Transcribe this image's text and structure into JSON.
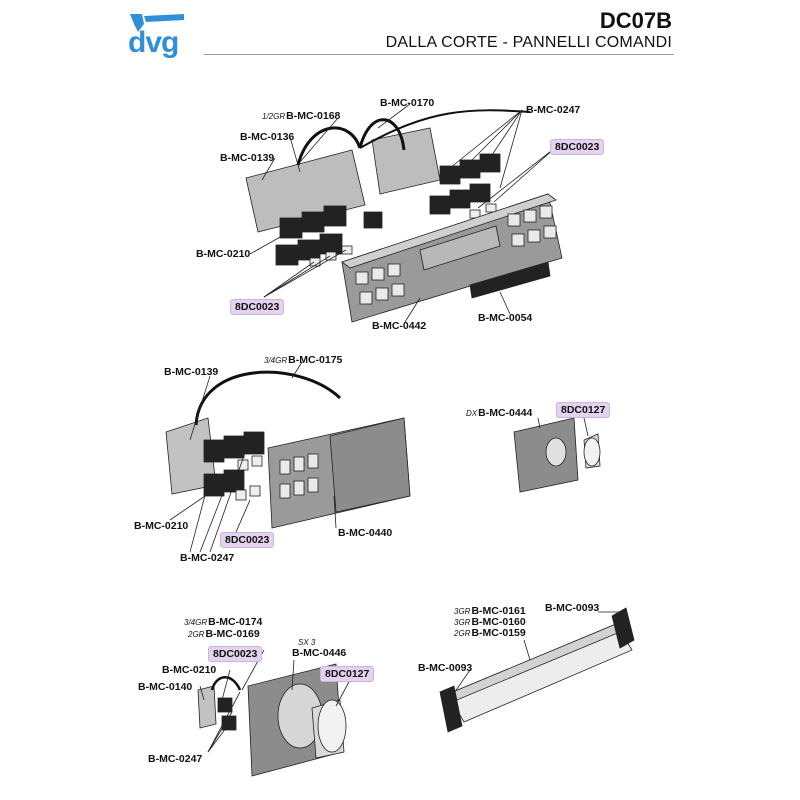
{
  "header": {
    "logo_text": "dvg",
    "code": "DC07B",
    "subtitle": "DALLA CORTE - PANNELLI COMANDI"
  },
  "colors": {
    "brand_blue": "#2f8fd8",
    "tag_purple": "#e3d3ee",
    "panel_gray": "#8c8c8c"
  },
  "section1": {
    "pre_0168": "1/2GR",
    "code_0168": "B-MC-0168",
    "code_0170": "B-MC-0170",
    "code_0247": "B-MC-0247",
    "code_0136": "B-MC-0136",
    "code_0139": "B-MC-0139",
    "tag_8dc_right": "8DC0023",
    "code_0210": "B-MC-0210",
    "tag_8dc_left": "8DC0023",
    "code_0442": "B-MC-0442",
    "code_0054": "B-MC-0054"
  },
  "section2": {
    "pre_0175": "3/4GR",
    "code_0175": "B-MC-0175",
    "code_0139": "B-MC-0139",
    "code_0210": "B-MC-0210",
    "tag_8dc": "8DC0023",
    "code_0247": "B-MC-0247",
    "code_0440": "B-MC-0440"
  },
  "section3": {
    "pre_0444": "DX",
    "code_0444": "B-MC-0444",
    "tag_8dc0127": "8DC0127"
  },
  "section4": {
    "pre_0174": "3/4GR",
    "code_0174": "B-MC-0174",
    "pre_0169": "2GR",
    "code_0169": "B-MC-0169",
    "tag_8dc0023": "8DC0023",
    "note_sx3": "SX 3",
    "code_0446": "B-MC-0446",
    "code_0210": "B-MC-0210",
    "tag_8dc0127": "8DC0127",
    "code_0140": "B-MC-0140",
    "code_0247": "B-MC-0247"
  },
  "section5": {
    "pre_0161": "3GR",
    "code_0161": "B-MC-0161",
    "pre_0160": "3GR",
    "code_0160": "B-MC-0160",
    "pre_0159": "2GR",
    "code_0159": "B-MC-0159",
    "code_0093_top": "B-MC-0093",
    "code_0093_left": "B-MC-0093"
  }
}
